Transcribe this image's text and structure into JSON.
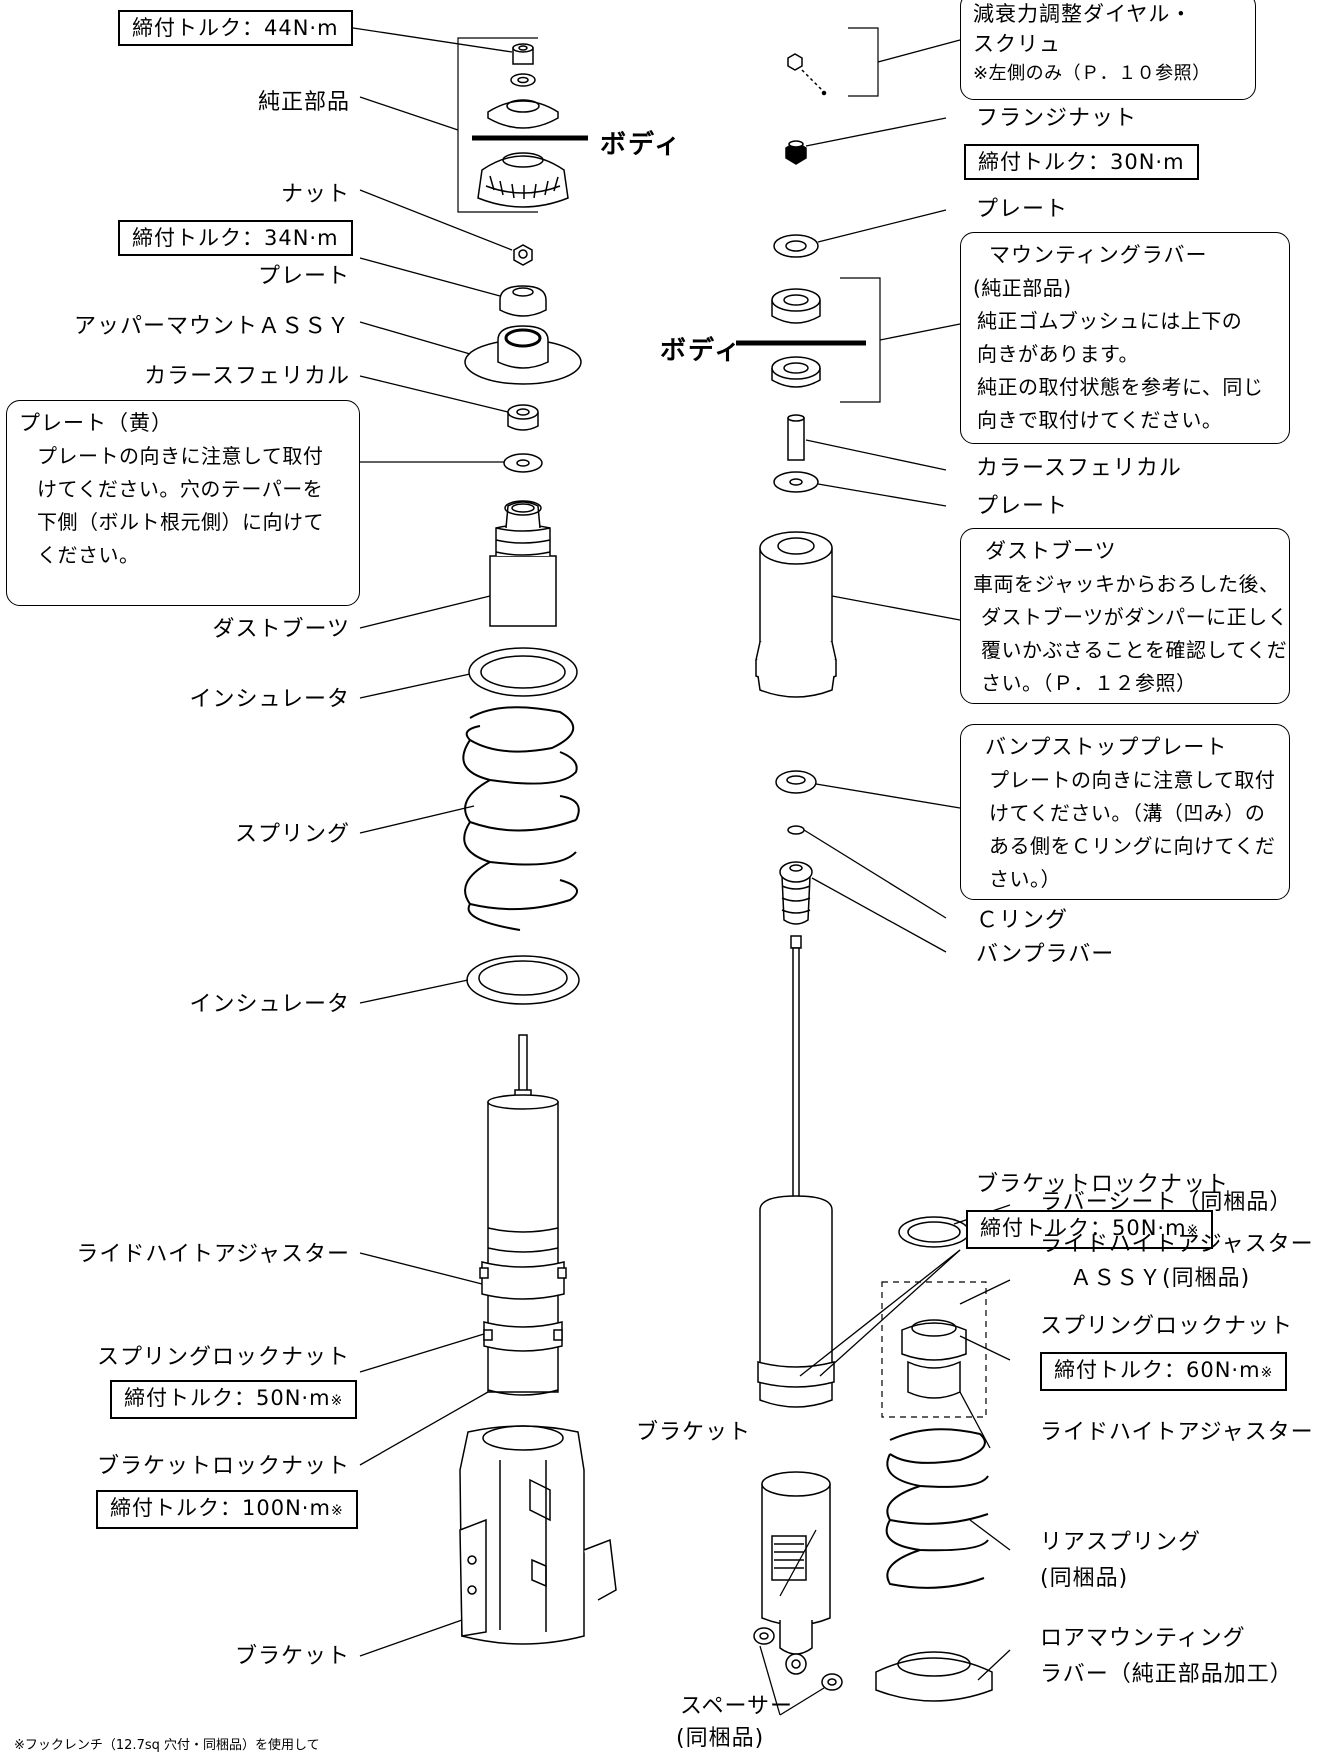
{
  "body_label": "ボディ",
  "left": {
    "torque_44": "締付トルク：44N·m",
    "genuine_part": "純正部品",
    "nut": "ナット",
    "torque_34": "締付トルク：34N·m",
    "plate": "プレート",
    "upper_mount": "アッパーマウントＡＳＳＹ",
    "collar": "カラースフェリカル",
    "yellow_plate_title": "プレート（黄）",
    "yellow_plate_lines": [
      "プレートの向きに注意して取付",
      "けてください。穴のテーパーを",
      "下側（ボルト根元側）に向けて",
      "ください。"
    ],
    "dust_boots": "ダストブーツ",
    "insulator_top": "インシュレータ",
    "spring": "スプリング",
    "insulator_bottom": "インシュレータ",
    "ride_height_adjuster": "ライドハイトアジャスター",
    "spring_lock_nut": "スプリングロックナット",
    "torque_50": "締付トルク：50N·m",
    "bracket_lock_nut": "ブラケットロックナット",
    "torque_100": "締付トルク：100N·m",
    "bracket": "ブラケット",
    "footnote": "※フックレンチ（12.7sq 穴付・同梱品）を使用して"
  },
  "right": {
    "damping_title_1": "減衰力調整ダイヤル・",
    "damping_title_2": "スクリュ",
    "damping_note": "※左側のみ（Ｐ．１０参照）",
    "flange_nut": "フランジナット",
    "torque_30": "締付トルク：30N·m",
    "plate": "プレート",
    "mount_rubber_title": "マウンティングラバー",
    "mount_rubber_lines": [
      "(純正部品)",
      "純正ゴムブッシュには上下の",
      "向きがあります。",
      "純正の取付状態を参考に、同じ",
      "向きで取付けてください。"
    ],
    "collar": "カラースフェリカル",
    "plate2": "プレート",
    "dust_boots_title": "ダストブーツ",
    "dust_boots_lines": [
      "車両をジャッキからおろした後、",
      "ダストブーツがダンパーに正しく",
      "覆いかぶさることを確認してくだ",
      "さい。（Ｐ．１２参照）"
    ],
    "bump_plate_title": "バンプストッププレート",
    "bump_plate_lines": [
      "プレートの向きに注意して取付",
      "けてください。（溝（凹み）の",
      "ある側をＣリングに向けてくだ",
      "さい。）"
    ],
    "c_ring": "Ｃリング",
    "bump_rubber": "バンプラバー",
    "bracket_lock_nut": "ブラケットロックナット",
    "torque_50": "締付トルク：50N·m",
    "rubber_sheet": "ラバーシート（同梱品）",
    "rha_assy_1": "ライドハイトアジャスター",
    "rha_assy_2": "ＡＳＳＹ(同梱品)",
    "spring_lock_nut": "スプリングロックナット",
    "torque_60": "締付トルク：60N·m",
    "ride_height_adjuster": "ライドハイトアジャスター",
    "bracket": "ブラケット",
    "rear_spring_1": "リアスプリング",
    "rear_spring_2": "(同梱品)",
    "spacer_1": "スペーサー",
    "spacer_2": "(同梱品)",
    "lower_mount_1": "ロアマウンティング",
    "lower_mount_2": "ラバー（純正部品加工）"
  },
  "torque_mark": "※"
}
